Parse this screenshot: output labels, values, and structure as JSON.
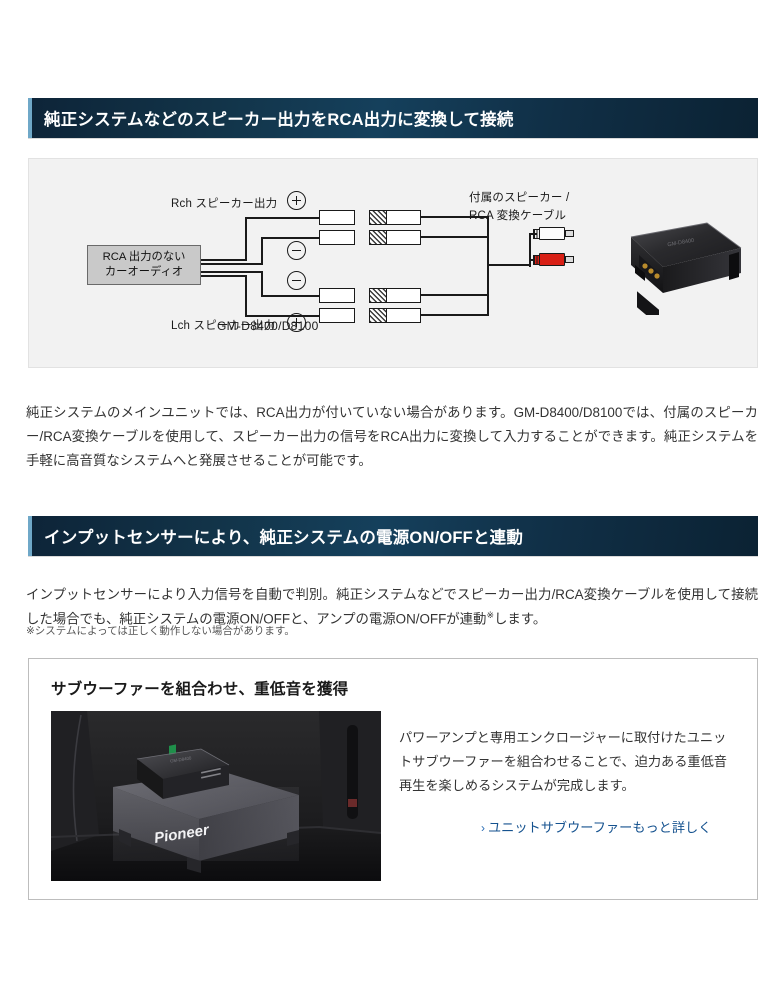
{
  "sections": [
    {
      "id": "speaker-to-rca",
      "heading": "純正システムなどのスピーカー出力をRCA出力に変換して接続",
      "body": "純正システムのメインユニットでは、RCA出力が付いていない場合があります。GM-D8400/D8100では、付属のスピーカー/RCA変換ケーブルを使用して、スピーカー出力の信号をRCA出力に変換して入力することができます。純正システムを手軽に高音質なシステムへと発展させることが可能です。"
    },
    {
      "id": "input-sensor",
      "heading": "インプットセンサーにより、純正システムの電源ON/OFFと連動",
      "body_before_mark": "インプットセンサーにより入力信号を自動で判別。純正システムなどでスピーカー出力/RCA変換ケーブルを使用して接続した場合でも、純正システムの電源ON/OFFと、アンプの電源ON/OFFが連動",
      "mark": "※",
      "body_after_mark": "します。",
      "footnote": "※システムによっては正しく動作しない場合があります。"
    }
  ],
  "diagram": {
    "head_unit_line1": "RCA 出力のない",
    "head_unit_line2": "カーオーディオ",
    "label_rch": "Rch スピーカー出力",
    "label_lch": "Lch スピーカー出力",
    "cable_label_line1": "付属のスピーカー /",
    "cable_label_line2": "RCA 変換ケーブル",
    "amp_caption": "GM-D8400/D8100",
    "polarity": [
      "＋",
      "－",
      "－",
      "＋"
    ]
  },
  "card": {
    "title": "サブウーファーを組合わせ、重低音を獲得",
    "body": "パワーアンプと専用エンクロージャーに取付けたユニットサブウーファーを組合わせることで、迫力ある重低音再生を楽しめるシステムが完成します。",
    "link_label": "ユニットサブウーファーもっと詳しく",
    "link_chevron": "›",
    "photo_brand": "Pioneer"
  },
  "colors": {
    "heading_bar_dark": "#0d2438",
    "heading_bar_mid": "#15405c",
    "heading_accent": "#6fa8c8",
    "diagram_bg": "#f2f2f2",
    "link": "#15528f",
    "rca_red": "#d81f15"
  }
}
